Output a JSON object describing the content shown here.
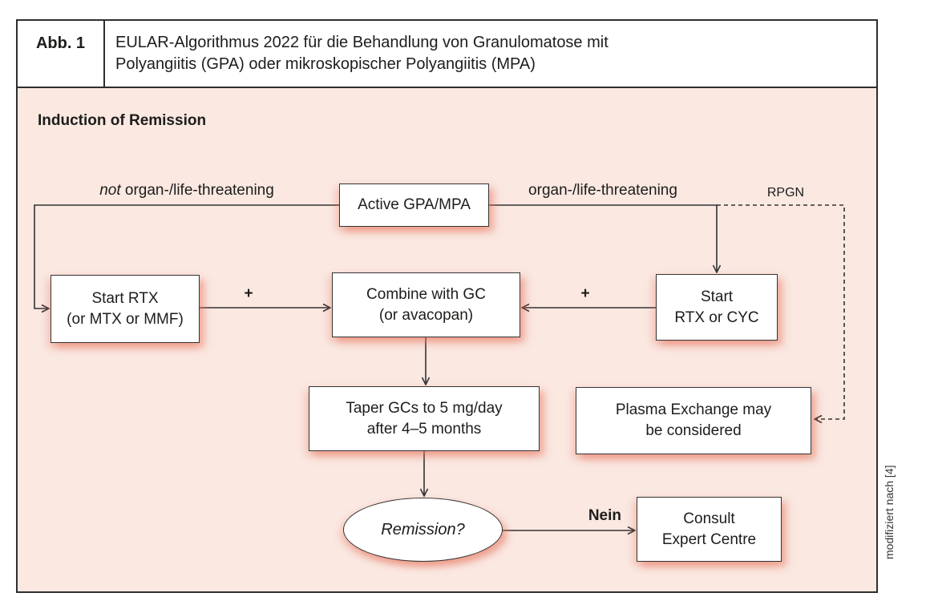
{
  "figure": {
    "label": "Abb. 1",
    "title_line1": "EULAR-Algorithmus 2022 für die Behandlung von Granulomatose mit",
    "title_line2": "Polyangiitis (GPA) oder mikroskopischer Polyangiitis (MPA)",
    "section_heading": "Induction of Remission",
    "credit": "modifiziert nach [4]"
  },
  "colors": {
    "panel_bg": "#fae8e1",
    "frame_border": "#2e2e2e",
    "box_border": "#333333",
    "box_glow": "rgba(232,116,92,0.5)",
    "text": "#1d1d1b"
  },
  "nodes": {
    "active": "Active GPA/MPA",
    "start_rtx_line1": "Start RTX",
    "start_rtx_line2": "(or MTX or MMF)",
    "combine_line1": "Combine with GC",
    "combine_line2": "(or avacopan)",
    "start_cyc_line1": "Start",
    "start_cyc_line2": "RTX or CYC",
    "taper_line1": "Taper GCs to 5 mg/day",
    "taper_line2": "after 4–5 months",
    "plasma_line1": "Plasma Exchange may",
    "plasma_line2": "be considered",
    "remission": "Remission?",
    "consult_line1": "Consult",
    "consult_line2": "Expert Centre"
  },
  "edge_labels": {
    "not_prefix": "not",
    "not_rest": " organ-/life-threatening",
    "organ_life": "organ-/life-threatening",
    "rpgn": "RPGN",
    "plus_left": "+",
    "plus_right": "+",
    "nein": "Nein"
  }
}
